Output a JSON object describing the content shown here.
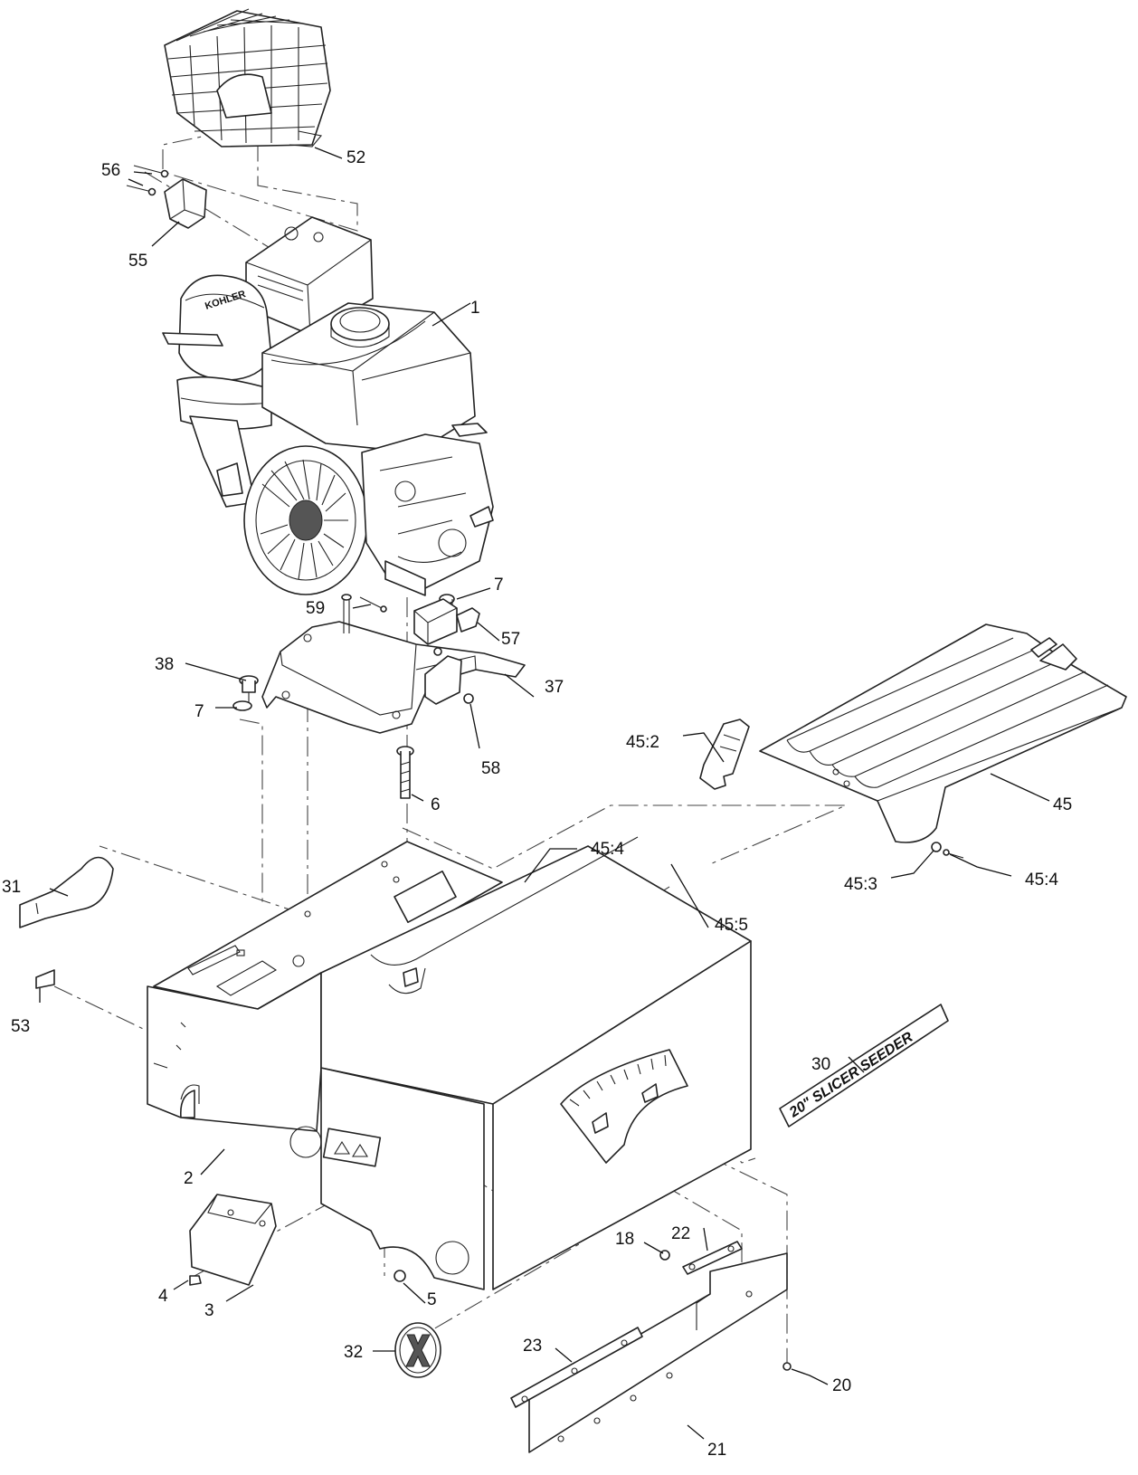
{
  "callouts": [
    {
      "id": "c52",
      "text": "52"
    },
    {
      "id": "c56",
      "text": "56"
    },
    {
      "id": "c55",
      "text": "55"
    },
    {
      "id": "c1",
      "text": "1"
    },
    {
      "id": "c7a",
      "text": "7"
    },
    {
      "id": "c59",
      "text": "59"
    },
    {
      "id": "c57",
      "text": "57"
    },
    {
      "id": "c38",
      "text": "38"
    },
    {
      "id": "c37",
      "text": "37"
    },
    {
      "id": "c7b",
      "text": "7"
    },
    {
      "id": "c58",
      "text": "58"
    },
    {
      "id": "c6",
      "text": "6"
    },
    {
      "id": "c45_2",
      "text": "45:2"
    },
    {
      "id": "c45",
      "text": "45"
    },
    {
      "id": "c45_4a",
      "text": "45:4"
    },
    {
      "id": "c45_3",
      "text": "45:3"
    },
    {
      "id": "c45_4b",
      "text": "45:4"
    },
    {
      "id": "c45_5",
      "text": "45:5"
    },
    {
      "id": "c31",
      "text": "31"
    },
    {
      "id": "c53",
      "text": "53"
    },
    {
      "id": "c30",
      "text": "30"
    },
    {
      "id": "c2",
      "text": "2"
    },
    {
      "id": "c5",
      "text": "5"
    },
    {
      "id": "c4",
      "text": "4"
    },
    {
      "id": "c3",
      "text": "3"
    },
    {
      "id": "c18",
      "text": "18"
    },
    {
      "id": "c22",
      "text": "22"
    },
    {
      "id": "c32",
      "text": "32"
    },
    {
      "id": "c23",
      "text": "23"
    },
    {
      "id": "c20",
      "text": "20"
    },
    {
      "id": "c21",
      "text": "21"
    }
  ],
  "decal_text": "20\" SLICER SEEDER",
  "engine_brand": "KOHLER",
  "colors": {
    "line": "#222222",
    "background": "#ffffff"
  }
}
